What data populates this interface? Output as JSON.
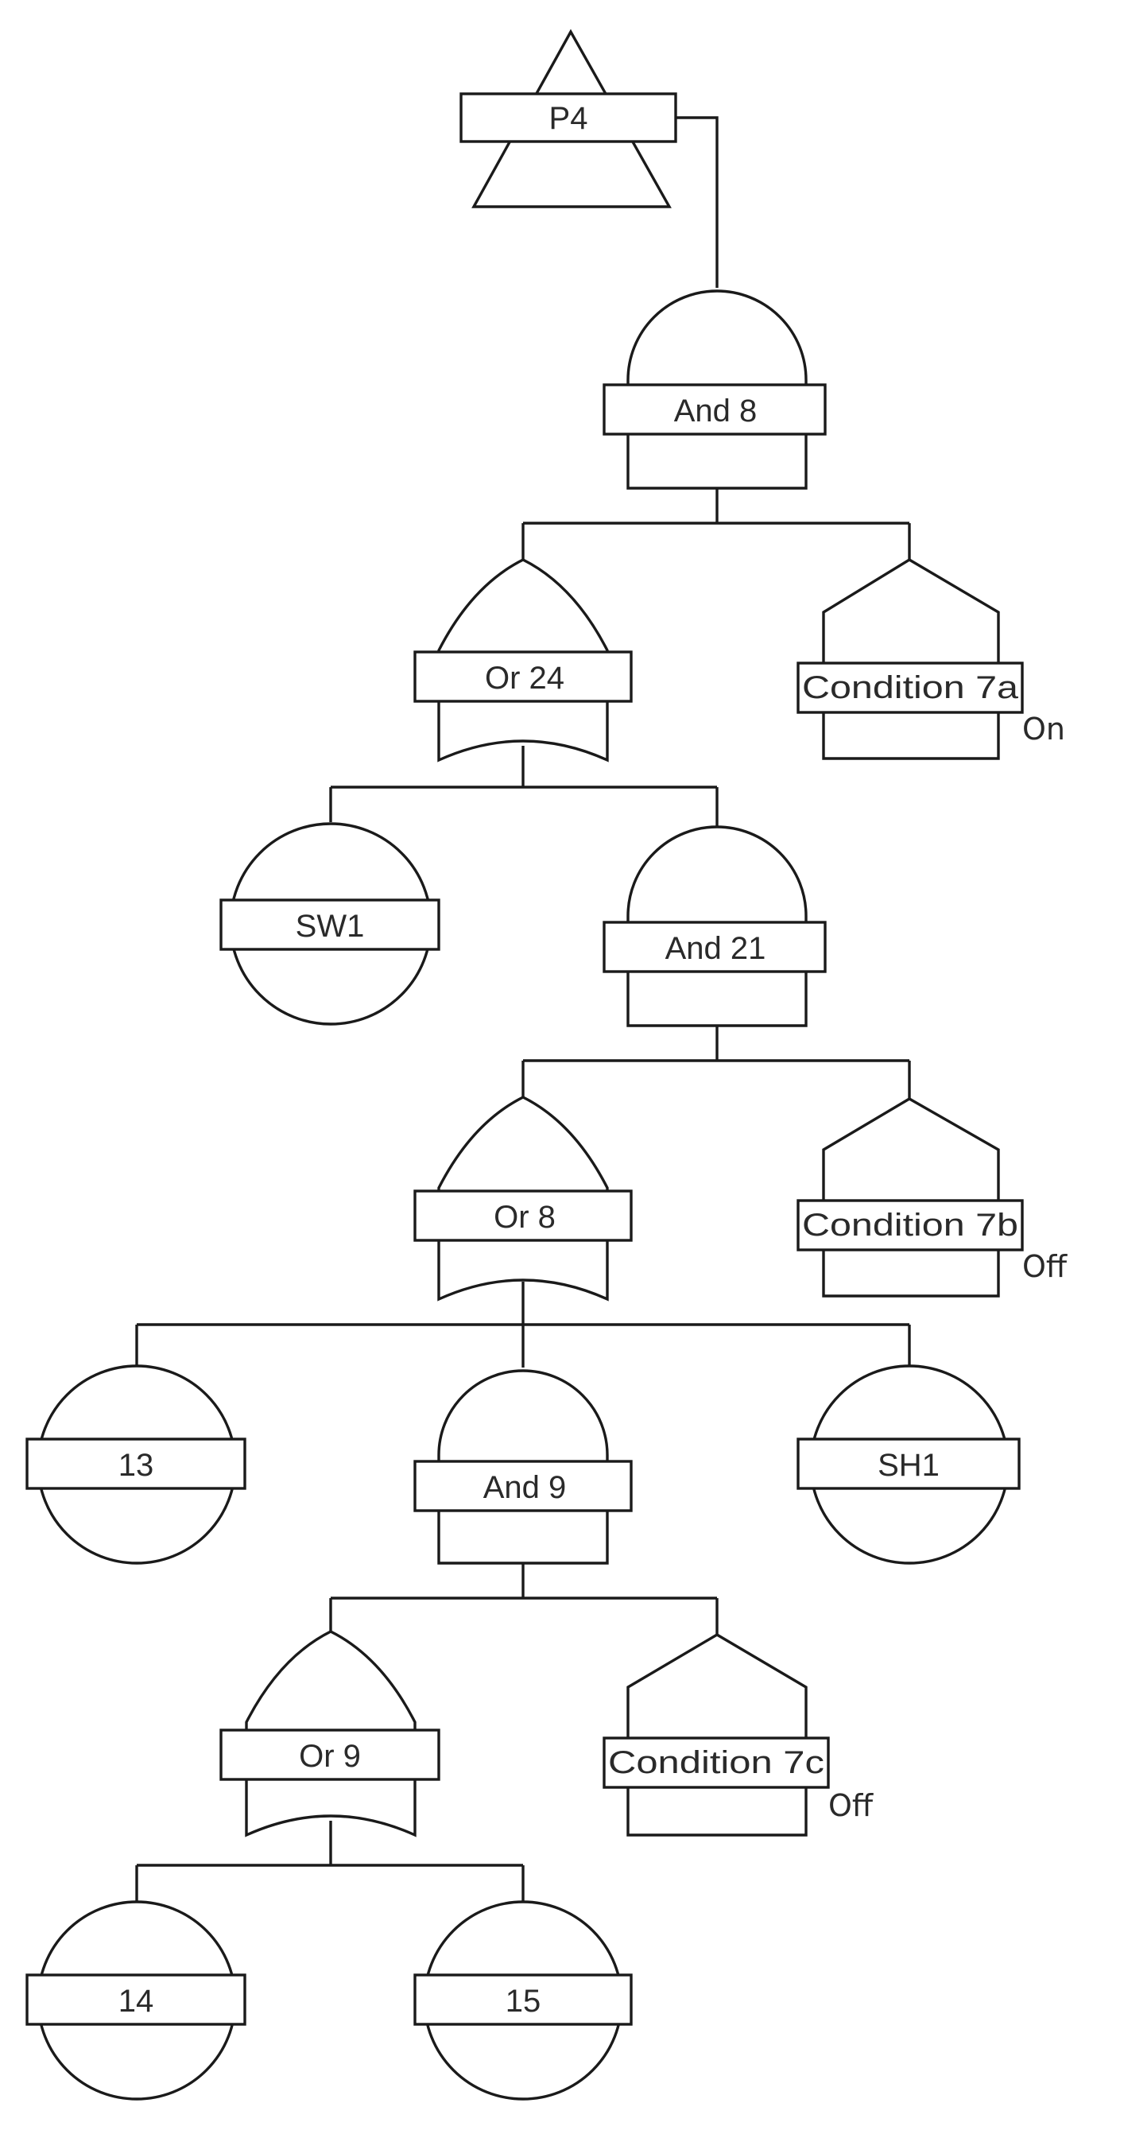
{
  "nodes": {
    "p4": "P4",
    "and8": "And 8",
    "or24": "Or 24",
    "cond7a": "Condition 7a",
    "cond7a_state": "On",
    "sw1": "SW1",
    "and21": "And 21",
    "or8": "Or 8",
    "cond7b": "Condition 7b",
    "cond7b_state": "Off",
    "n13": "13",
    "and9": "And 9",
    "sh1": "SH1",
    "or9": "Or 9",
    "cond7c": "Condition 7c",
    "cond7c_state": "Off",
    "n14": "14",
    "n15": "15"
  }
}
